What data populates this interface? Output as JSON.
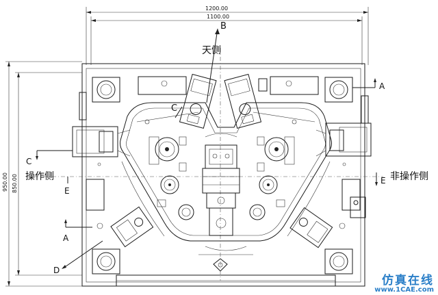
{
  "dimensions": {
    "overall_width": "1200.00",
    "inner_width": "1100.00",
    "overall_height": "950.00",
    "inner_height": "850.00"
  },
  "sides": {
    "top": "天侧",
    "left": "操作侧",
    "right": "非操作侧"
  },
  "section_marks": {
    "A_top": "A",
    "A_bottom": "A",
    "B": "B",
    "C_left": "C",
    "C_mid": "C",
    "D": "D",
    "E_left": "E",
    "E_right": "E"
  },
  "watermark": {
    "title": "仿真在线",
    "url": "www.1CAE.com"
  },
  "colors": {
    "line": "#1a1a1a",
    "watermark": "#2b7fc8"
  }
}
